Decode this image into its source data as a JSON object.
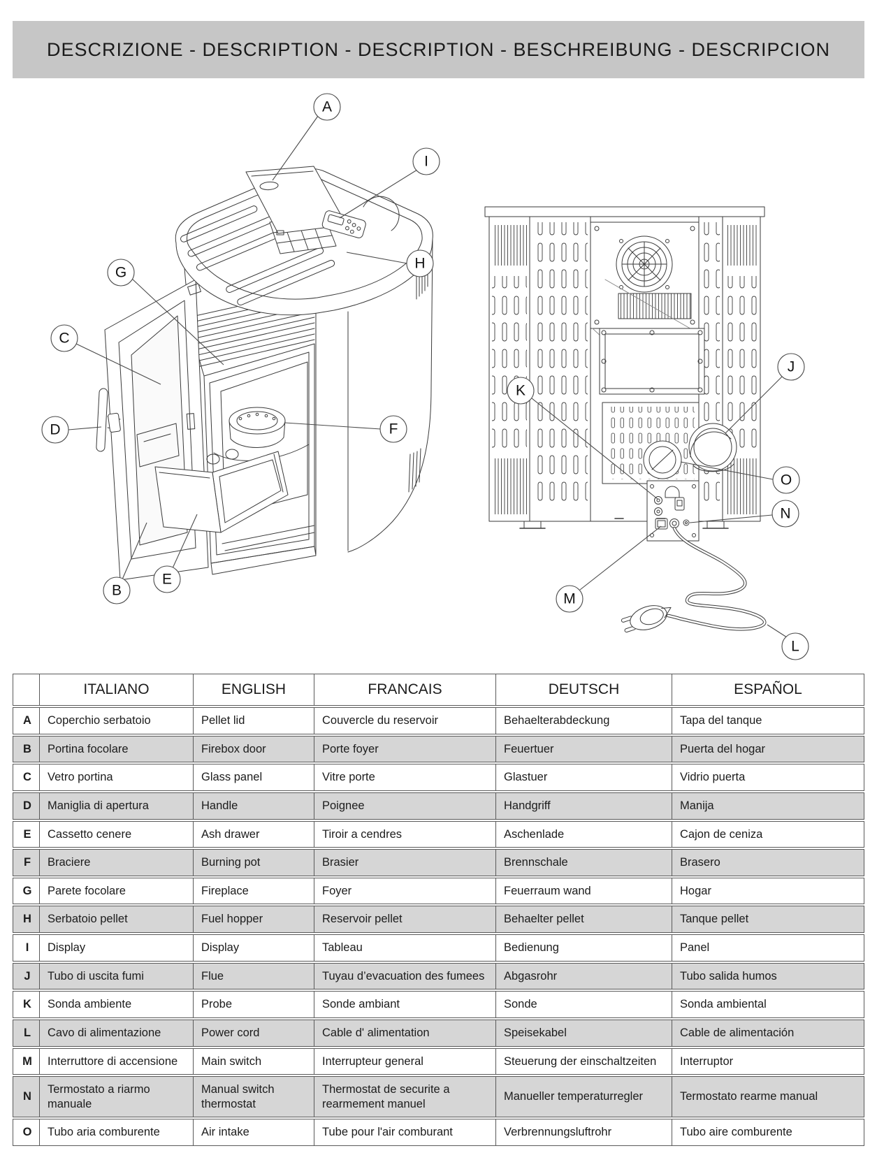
{
  "title": "DESCRIZIONE - DESCRIPTION - DESCRIPTION - BESCHREIBUNG - DESCRIPCION",
  "colors": {
    "banner_bg": "#c6c6c6",
    "row_shaded": "#d6d6d6",
    "line_art": "#3a3a3a",
    "text": "#1c1c1c"
  },
  "callouts": {
    "A": "A",
    "B": "B",
    "C": "C",
    "D": "D",
    "E": "E",
    "F": "F",
    "G": "G",
    "H": "H",
    "I": "I",
    "J": "J",
    "K": "K",
    "L": "L",
    "M": "M",
    "N": "N",
    "O": "O"
  },
  "table": {
    "headers": [
      "ITALIANO",
      "ENGLISH",
      "FRANCAIS",
      "DEUTSCH",
      "ESPAÑOL"
    ],
    "rows": [
      {
        "letter": "A",
        "it": "Coperchio serbatoio",
        "en": "Pellet lid",
        "fr": "Couvercle du reservoir",
        "de": "Behaelterabdeckung",
        "es": "Tapa del tanque"
      },
      {
        "letter": "B",
        "it": "Portina focolare",
        "en": "Firebox door",
        "fr": "Porte foyer",
        "de": "Feuertuer",
        "es": "Puerta del hogar"
      },
      {
        "letter": "C",
        "it": "Vetro portina",
        "en": "Glass panel",
        "fr": "Vitre porte",
        "de": "Glastuer",
        "es": "Vidrio puerta"
      },
      {
        "letter": "D",
        "it": "Maniglia di apertura",
        "en": "Handle",
        "fr": "Poignee",
        "de": "Handgriff",
        "es": "Manija"
      },
      {
        "letter": "E",
        "it": "Cassetto cenere",
        "en": "Ash drawer",
        "fr": "Tiroir a cendres",
        "de": "Aschenlade",
        "es": "Cajon de ceniza"
      },
      {
        "letter": "F",
        "it": "Braciere",
        "en": "Burning pot",
        "fr": "Brasier",
        "de": "Brennschale",
        "es": "Brasero"
      },
      {
        "letter": "G",
        "it": "Parete focolare",
        "en": "Fireplace",
        "fr": "Foyer",
        "de": "Feuerraum wand",
        "es": "Hogar"
      },
      {
        "letter": "H",
        "it": "Serbatoio pellet",
        "en": "Fuel hopper",
        "fr": "Reservoir pellet",
        "de": "Behaelter pellet",
        "es": "Tanque pellet"
      },
      {
        "letter": "I",
        "it": "Display",
        "en": "Display",
        "fr": "Tableau",
        "de": "Bedienung",
        "es": "Panel"
      },
      {
        "letter": "J",
        "it": "Tubo di uscita fumi",
        "en": "Flue",
        "fr": "Tuyau d’evacuation des fumees",
        "de": "Abgasrohr",
        "es": "Tubo salida humos"
      },
      {
        "letter": "K",
        "it": "Sonda ambiente",
        "en": "Probe",
        "fr": "Sonde ambiant",
        "de": "Sonde",
        "es": "Sonda ambiental"
      },
      {
        "letter": "L",
        "it": "Cavo di alimentazione",
        "en": "Power cord",
        "fr": "Cable d' alimentation",
        "de": "Speisekabel",
        "es": "Cable de alimentación"
      },
      {
        "letter": "M",
        "it": "Interruttore di accensione",
        "en": "Main switch",
        "fr": "Interrupteur general",
        "de": "Steuerung der einschaltzeiten",
        "es": "Interruptor"
      },
      {
        "letter": "N",
        "it": "Termostato a riarmo manuale",
        "en": "Manual switch thermostat",
        "fr": "Thermostat de securite a rearmement manuel",
        "de": "Manueller temperaturregler",
        "es": "Termostato rearme manual"
      },
      {
        "letter": "O",
        "it": "Tubo aria comburente",
        "en": "Air intake",
        "fr": "Tube pour l'air comburant",
        "de": "Verbrennungsluftrohr",
        "es": "Tubo aire comburente"
      }
    ]
  }
}
